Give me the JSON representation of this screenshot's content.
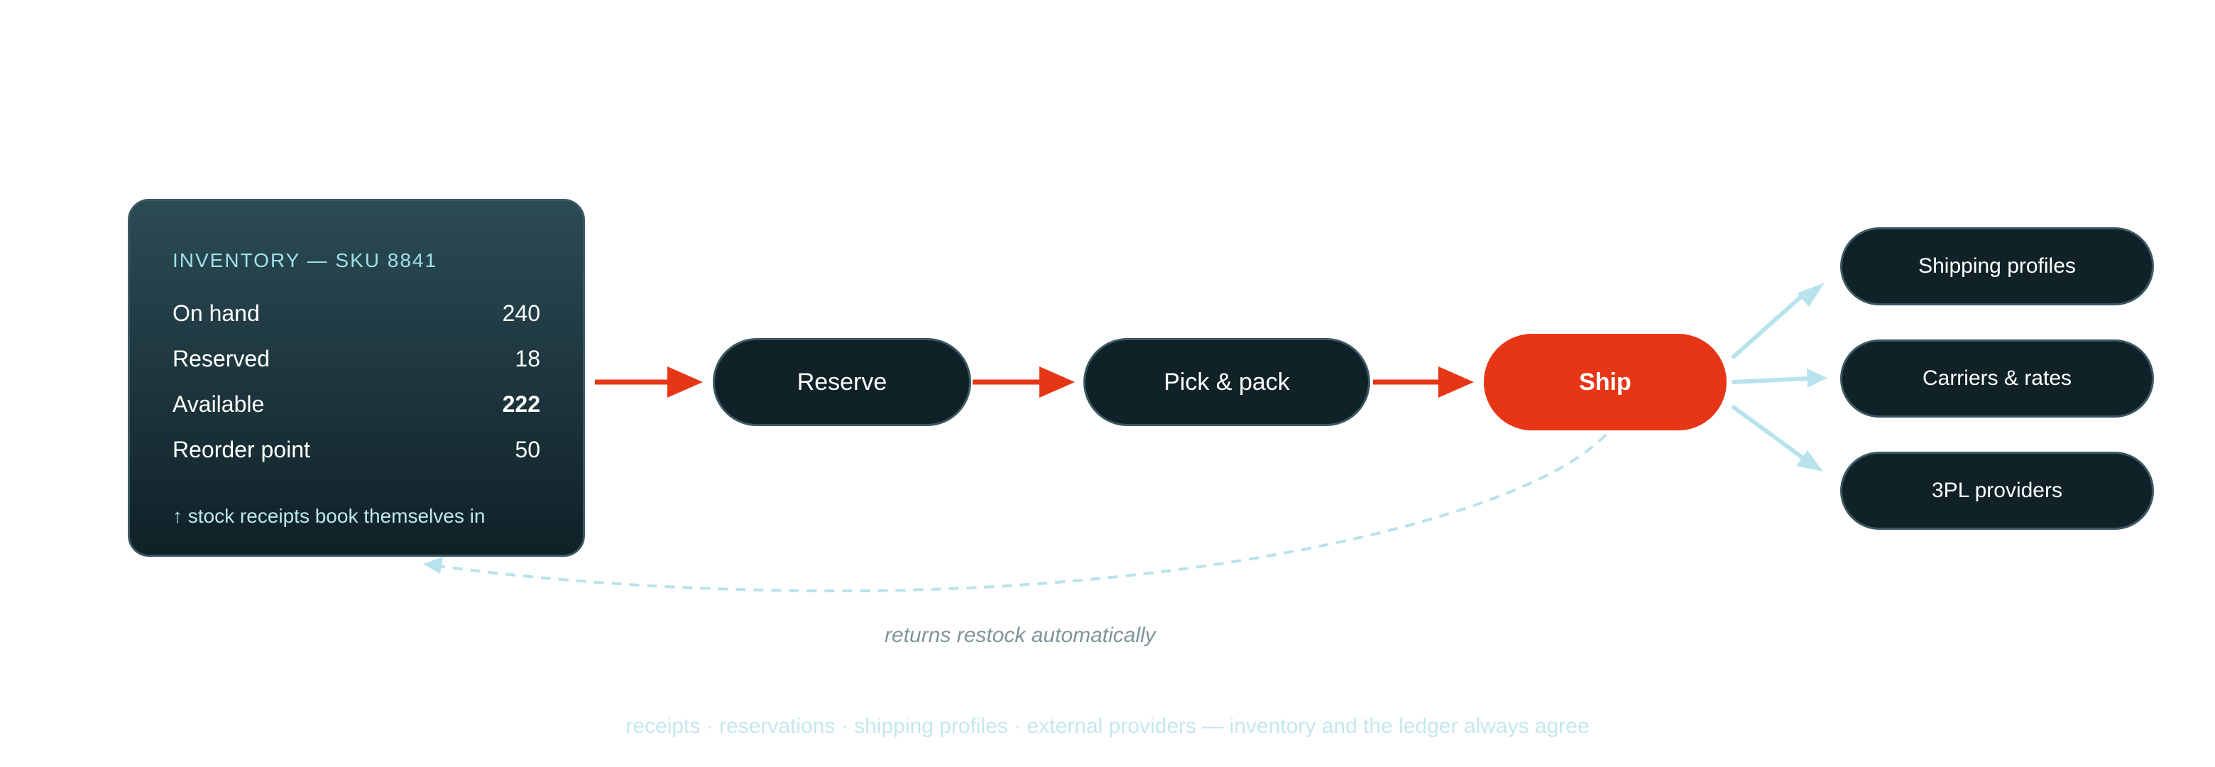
{
  "inventory": {
    "title": "INVENTORY — SKU 8841",
    "rows": [
      {
        "label": "On hand",
        "value": "240"
      },
      {
        "label": "Reserved",
        "value": "18"
      },
      {
        "label": "Available",
        "value": "222"
      },
      {
        "label": "Reorder point",
        "value": "50"
      }
    ],
    "note": "↑ stock receipts book themselves in"
  },
  "flow": {
    "steps": [
      "Reserve",
      "Pick & pack",
      "Ship"
    ]
  },
  "providers": [
    "Shipping profiles",
    "Carriers & rates",
    "3PL providers"
  ],
  "return_caption": "returns restock automatically",
  "footer": "receipts · reservations · shipping profiles · external providers — inventory and the ledger always agree",
  "colors": {
    "accent": "#e73616",
    "node": "#102227",
    "connector_light": "#b7e3ec"
  }
}
